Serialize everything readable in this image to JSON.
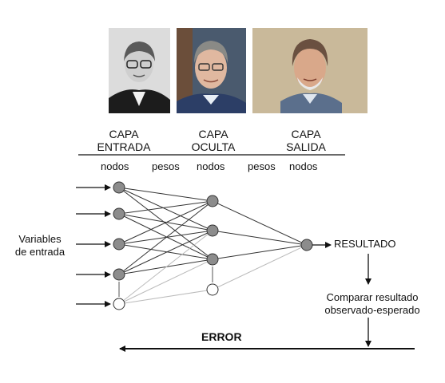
{
  "layers": [
    {
      "line1": "CAPA",
      "line2": "ENTRADA"
    },
    {
      "line1": "CAPA",
      "line2": "OCULTA"
    },
    {
      "line1": "CAPA",
      "line2": "SALIDA"
    }
  ],
  "subheaders": [
    "nodos",
    "pesos",
    "nodos",
    "pesos",
    "nodos"
  ],
  "input_label": {
    "line1": "Variables",
    "line2": "de entrada"
  },
  "result_label": "RESULTADO",
  "compare_label": {
    "line1": "Comparar resultado",
    "line2": "observado-esperado"
  },
  "error_label": "ERROR",
  "photos": [
    {
      "name": "photo-woman-glasses",
      "style": "grayscale"
    },
    {
      "name": "photo-man-glasses",
      "style": "color"
    },
    {
      "name": "photo-man-beard",
      "style": "color"
    }
  ],
  "colors": {
    "node_fill": "#8c8c8c",
    "node_stroke": "#333333",
    "line": "#333333",
    "faint_line": "#bbbbbb"
  }
}
